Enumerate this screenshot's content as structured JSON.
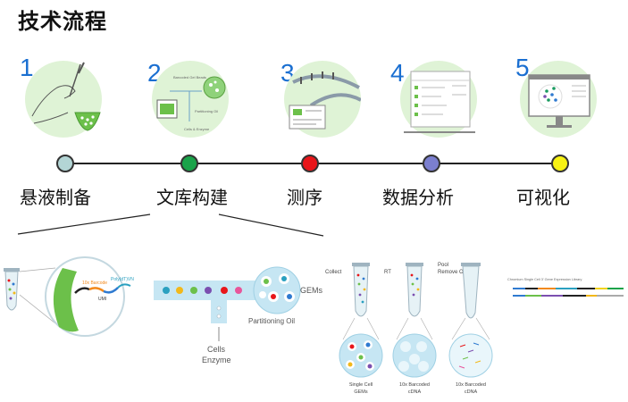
{
  "page_title": "技术流程",
  "steps": [
    {
      "number": "1",
      "label": "悬液制备",
      "dot_color": "#b3d5d5"
    },
    {
      "number": "2",
      "label": "文库构建",
      "dot_color": "#1aa34a"
    },
    {
      "number": "3",
      "label": "测序",
      "dot_color": "#e8161a"
    },
    {
      "number": "4",
      "label": "数据分析",
      "dot_color": "#7b7fcf"
    },
    {
      "number": "5",
      "label": "可视化",
      "dot_color": "#f7f214"
    }
  ],
  "icon_texts": {
    "barcoded_gel_beads": "Barcoded Gel Beads",
    "partitioning_oil": "Partitioning Oil",
    "cells_enzyme": "Cells & Enzyme"
  },
  "detail": {
    "bead_labels": [
      "10x Barcode",
      "Poly(dT)VN",
      "UMI"
    ],
    "gems_label": "GEMs",
    "partitioning_oil_label": "Partitioning Oil",
    "cells_label": "Cells",
    "enzyme_label": "Enzyme",
    "collect_label": "Collect",
    "rt_label": "RT",
    "pool_label_1": "Pool",
    "pool_label_2": "Remove Oil",
    "tube_captions": [
      [
        "Single Cell",
        "GEMs"
      ],
      [
        "10x Barcoded",
        "cDNA"
      ],
      [
        "10x Barcoded",
        "cDNA"
      ]
    ],
    "library_label": "Chromium Single Cell 3' Gene Expression Library"
  },
  "colors": {
    "step_number": "#1a6fd1",
    "icon_bg": "#dff3d6",
    "timeline": "#222222",
    "bead_green": "#6cc04a",
    "channel": "#c6e6f3"
  }
}
